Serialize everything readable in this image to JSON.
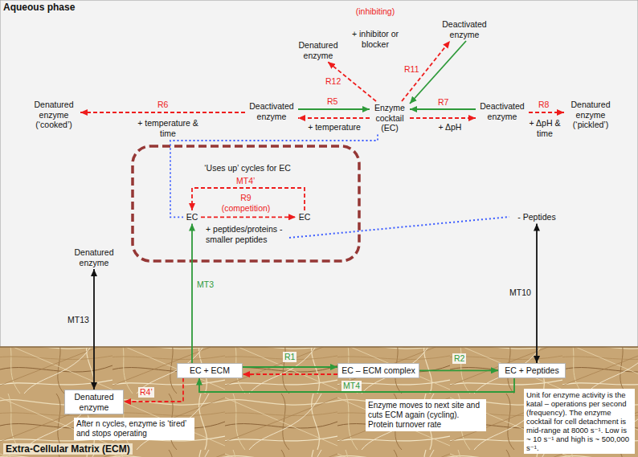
{
  "diagram": {
    "nodes": [
      {
        "text": [
          "Enzyme cocktail (EC)"
        ]
      },
      {
        "text": [
          "Denatured enzyme"
        ]
      },
      {
        "text": [
          "Deactivated enzyme"
        ]
      },
      {
        "text": [
          "Deactivated enzyme"
        ]
      },
      {
        "text": [
          "Denatured enzyme (‘cooked’)"
        ]
      },
      {
        "text": [
          "Deactivated enzyme"
        ]
      },
      {
        "text": [
          "Denatured enzyme (‘pickled’)"
        ]
      },
      {
        "text": [
          "EC"
        ]
      },
      {
        "text": [
          "EC"
        ]
      },
      {
        "text": [
          "- Peptides"
        ]
      },
      {
        "text": [
          "Denatured enzyme"
        ]
      },
      {
        "text": [
          "EC + ECM"
        ]
      },
      {
        "text": [
          "EC – ECM complex"
        ]
      },
      {
        "text": [
          "EC + Peptides"
        ]
      },
      {
        "text": [
          "Denatured enzyme"
        ]
      }
    ],
    "edges": [
      {
        "from": 0,
        "to": 1,
        "arrow": "to",
        "label": "R12"
      },
      {
        "from": 0,
        "to": 2,
        "arrow": "to",
        "label": "R11"
      },
      {
        "from": 2,
        "to": 0,
        "arrow": "to"
      },
      {
        "from": 3,
        "to": 0,
        "arrow": "to"
      },
      {
        "from": 0,
        "to": 3,
        "arrow": "to",
        "label": "R5"
      },
      {
        "from": 3,
        "to": 4,
        "arrow": "to",
        "label": "R6"
      },
      {
        "from": 0,
        "to": 5,
        "arrow": "to",
        "label": "R7"
      },
      {
        "from": 5,
        "to": 0,
        "arrow": "to"
      },
      {
        "from": 5,
        "to": 6,
        "arrow": "to",
        "label": "R8"
      },
      {
        "from": 7,
        "to": 8,
        "arrow": "to",
        "label": "R9 (competition)"
      },
      {
        "from": 8,
        "to": 7,
        "arrow": "to",
        "label": "MT4’"
      },
      {
        "from": 11,
        "to": 7,
        "arrow": "to",
        "label": "MT3"
      },
      {
        "from": 0,
        "to": 7,
        "arrow": "none"
      },
      {
        "from": 13,
        "to": 9,
        "arrow": "both",
        "label": "MT10"
      },
      {
        "from": 14,
        "to": 10,
        "arrow": "both",
        "label": "MT13"
      },
      {
        "from": 11,
        "to": 12,
        "arrow": "to",
        "label": "R1"
      },
      {
        "from": 12,
        "to": 11,
        "arrow": "to"
      },
      {
        "from": 12,
        "to": 13,
        "arrow": "to",
        "label": "R2"
      },
      {
        "from": 13,
        "to": 11,
        "arrow": "to",
        "label": "MT4"
      },
      {
        "from": 11,
        "to": 14,
        "arrow": "to",
        "label": "R4’"
      }
    ],
    "labels": [
      "Aqueous phase",
      "(inhibiting)",
      "+ inhibitor or blocker",
      "+ temperature & time",
      "+ temperature",
      "+ ΔpH",
      "+ ΔpH & time",
      "‘Uses up’ cycles for EC",
      "+ peptides/proteins - smaller peptides",
      "After n cycles, enzyme is ‘tired’ and stops operating",
      "Enzyme moves to next site and cuts ECM again (cycling).  Protein turnover rate",
      "Unit for enzyme activity is the katal – operations per second (frequency). The enzyme cocktail for cell detachment is mid-range at 8000 s⁻¹. Low is ~ 10 s⁻¹ and high is ~ 500,000 s⁻¹.",
      "Extra-Cellular Matrix (ECM)"
    ]
  }
}
